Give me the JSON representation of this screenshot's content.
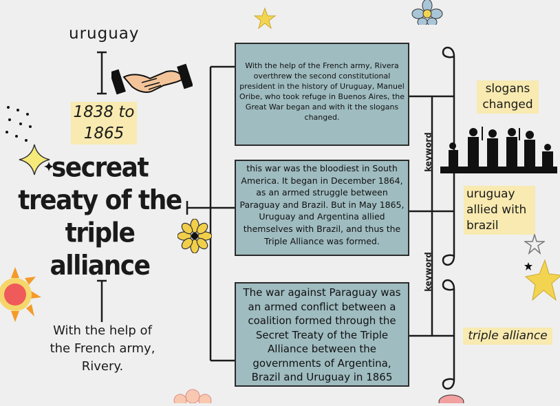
{
  "left": {
    "country": "uruguay",
    "dates": [
      "1838 to",
      "1865"
    ],
    "title": [
      "secreat",
      "treaty of the",
      "triple",
      "alliance"
    ],
    "bottom_note": [
      "With the help of",
      "the French army,",
      "Rivery."
    ]
  },
  "boxes": [
    {
      "text": "With the help of the French army, Rivera overthrew the second constitutional president in the history of Uruguay, Manuel Oribe, who took refuge in Buenos Aires, the Great War began and with it the slogans changed."
    },
    {
      "text": "this war was the bloodiest in South America. It began in December 1864, as an armed struggle between Paraguay and Brazil. But in May 1865, Uruguay and Argentina allied themselves with Brazil, and thus the Triple Alliance was formed."
    },
    {
      "text": "The war against Paraguay was an armed conflict between a coalition formed through the Secret Treaty of the Triple Alliance between the governments of Argentina, Brazil and Uruguay in 1865"
    }
  ],
  "keywords": [
    "keyword",
    "keyword"
  ],
  "labels": {
    "slogans": [
      "slogans",
      "changed"
    ],
    "allied": [
      "uruguay",
      "allied with",
      "brazil"
    ],
    "triple": "triple alliance"
  },
  "colors": {
    "background": "#efefef",
    "box": "#9fbcc0",
    "highlight": "#f8eab0",
    "star": "#f2d451"
  }
}
